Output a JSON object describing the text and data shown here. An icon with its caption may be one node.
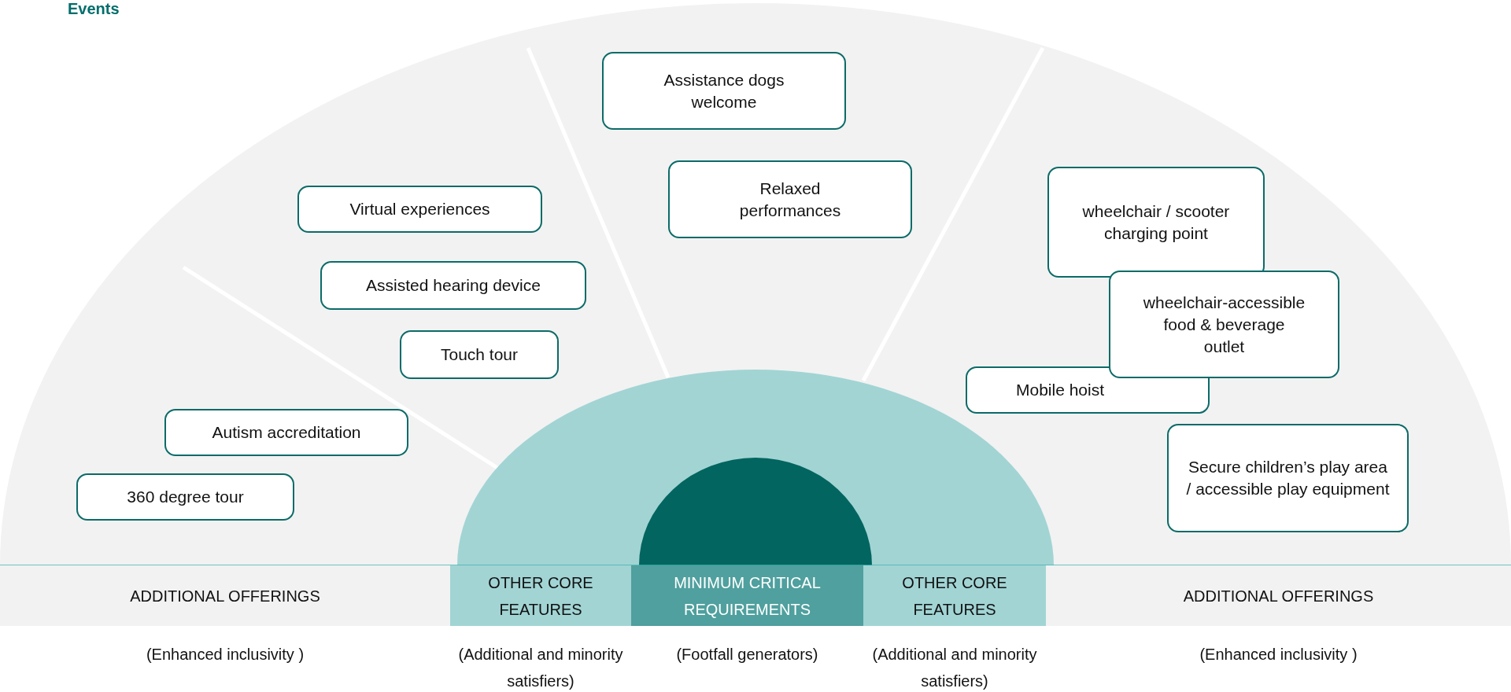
{
  "diagram": {
    "title": "Events",
    "nodes": [
      {
        "text": [
          "Assistance dogs welcome"
        ]
      },
      {
        "text": [
          "Relaxed performances"
        ]
      },
      {
        "text": [
          "Virtual experiences"
        ]
      },
      {
        "text": [
          "Assisted hearing device"
        ]
      },
      {
        "text": [
          "Touch tour"
        ]
      },
      {
        "text": [
          "Autism accreditation"
        ]
      },
      {
        "text": [
          "360 degree tour"
        ]
      },
      {
        "text": [
          "wheelchair / scooter charging point"
        ]
      },
      {
        "text": [
          "wheelchair-accessible food & beverage outlet"
        ]
      },
      {
        "text": [
          "Mobile hoist"
        ]
      },
      {
        "text": [
          "Secure children’s play area / accessible play equipment"
        ]
      },
      {
        "text": [
          "ADDITIONAL OFFERINGS",
          "(Enhanced inclusivity )"
        ]
      },
      {
        "text": [
          "OTHER CORE FEATURES",
          "(Additional and minority satisfiers)"
        ]
      },
      {
        "text": [
          "MINIMUM CRITICAL REQUIREMENTS",
          "(Footfall generators)"
        ]
      },
      {
        "text": [
          "OTHER CORE FEATURES",
          "(Additional and minority satisfiers)"
        ]
      },
      {
        "text": [
          "ADDITIONAL OFFERINGS",
          "(Enhanced inclusivity )"
        ]
      }
    ]
  }
}
